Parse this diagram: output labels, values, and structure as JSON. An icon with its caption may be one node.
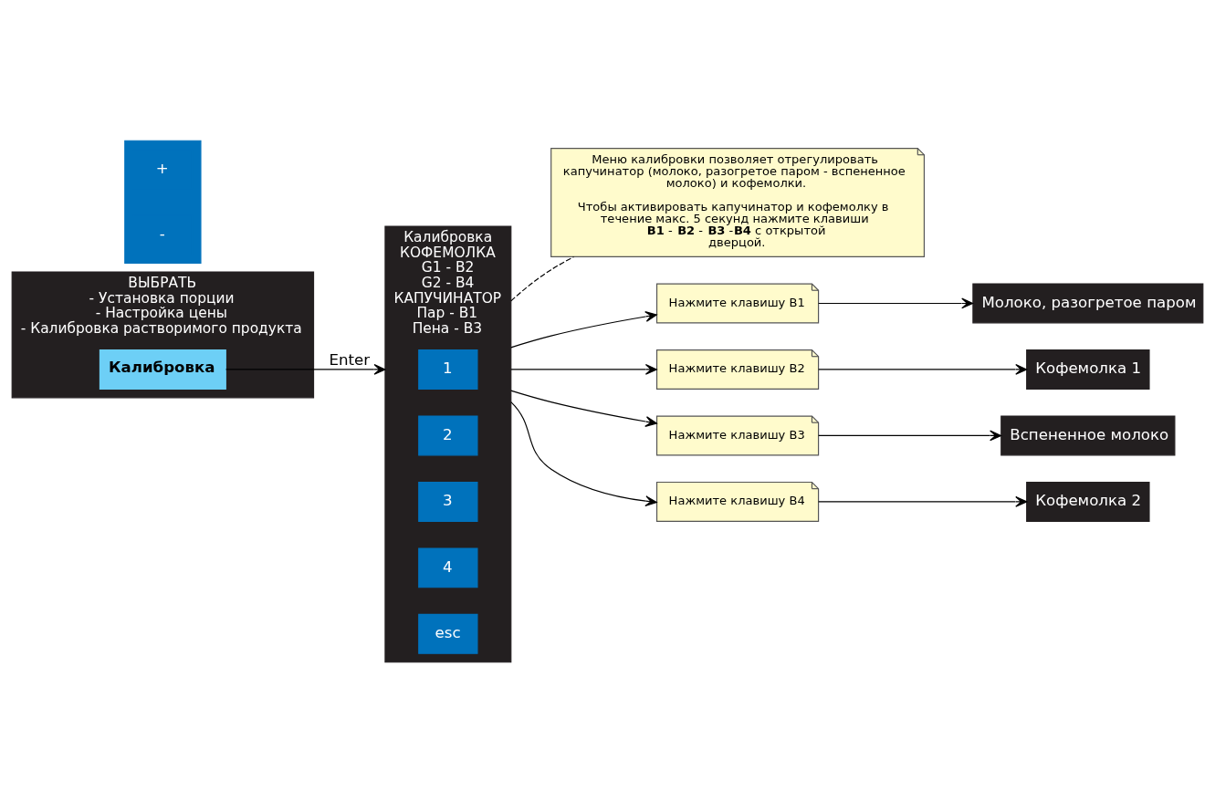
{
  "diagram": {
    "nodes": [
      {
        "text": [
          "ВЫБРАТЬ",
          "- Установка порции",
          "- Настройка цены",
          "- Калибровка растворимого продукта"
        ]
      },
      {
        "text": [
          "Калибровка"
        ],
        "in": 0
      },
      {
        "text": [],
        "shape": "bar"
      },
      {
        "text": [
          "+"
        ],
        "in": 2
      },
      {
        "text": [
          "-"
        ],
        "in": 2
      },
      {
        "text": [
          "Калибровка",
          "КОФЕМОЛКА",
          "G1 - B2",
          "G2 - B4",
          "КАПУЧИНАТОР",
          "Пар - B1",
          "Пена - B3"
        ]
      },
      {
        "text": [
          "1"
        ],
        "in": 5
      },
      {
        "text": [
          "2"
        ],
        "in": 5
      },
      {
        "text": [
          "3"
        ],
        "in": 5
      },
      {
        "text": [
          "4"
        ],
        "in": 5
      },
      {
        "text": [
          "esc"
        ],
        "in": 5
      },
      {
        "text": [
          "Меню калибровки позволяет отрегулировать капучинатор (молоко, разогретое паром - вспененное молоко) и кофемолки.",
          "Чтобы активировать капучинатор и кофемолку в течение макс. 5 секунд нажмите клавиши **B1** - **B2** - **B3** -**B4** с открытой дверцой."
        ]
      },
      {
        "text": [
          "Нажмите клавишу B1"
        ]
      },
      {
        "text": [
          "Нажмите клавишу B2"
        ]
      },
      {
        "text": [
          "Нажмите клавишу B3"
        ]
      },
      {
        "text": [
          "Нажмите клавишу B4"
        ]
      },
      {
        "text": [
          "Молоко, разогретое паром"
        ]
      },
      {
        "text": [
          "Кофемолка 1"
        ]
      },
      {
        "text": [
          "Вспененное молоко"
        ]
      },
      {
        "text": [
          "Кофемолка 2"
        ]
      }
    ],
    "edges": [
      {
        "from": 1,
        "to": 5,
        "arrow": "to",
        "label": "Enter"
      },
      {
        "from": 5,
        "to": 11,
        "arrow": "none",
        "style": "dashed"
      },
      {
        "from": 5,
        "to": 12,
        "arrow": "to"
      },
      {
        "from": 5,
        "to": 13,
        "arrow": "to"
      },
      {
        "from": 5,
        "to": 14,
        "arrow": "to"
      },
      {
        "from": 5,
        "to": 15,
        "arrow": "to"
      },
      {
        "from": 12,
        "to": 16,
        "arrow": "to"
      },
      {
        "from": 13,
        "to": 17,
        "arrow": "to"
      },
      {
        "from": 14,
        "to": 18,
        "arrow": "to"
      },
      {
        "from": 15,
        "to": 19,
        "arrow": "to"
      }
    ]
  }
}
